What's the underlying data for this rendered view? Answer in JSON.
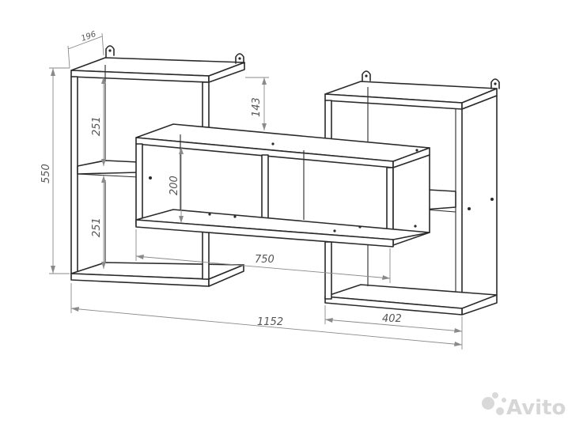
{
  "dimensions": {
    "depth": "196",
    "total_height": "550",
    "upper_cell_height": "251",
    "lower_cell_height": "251",
    "top_offset": "143",
    "middle_height": "200",
    "middle_width": "750",
    "total_width": "1152",
    "right_width": "402"
  },
  "watermark": {
    "text": "Avito"
  },
  "colors": {
    "line": "#2a2a2a",
    "dimension": "#8a8a8a",
    "watermark": "#d6d6d6"
  }
}
